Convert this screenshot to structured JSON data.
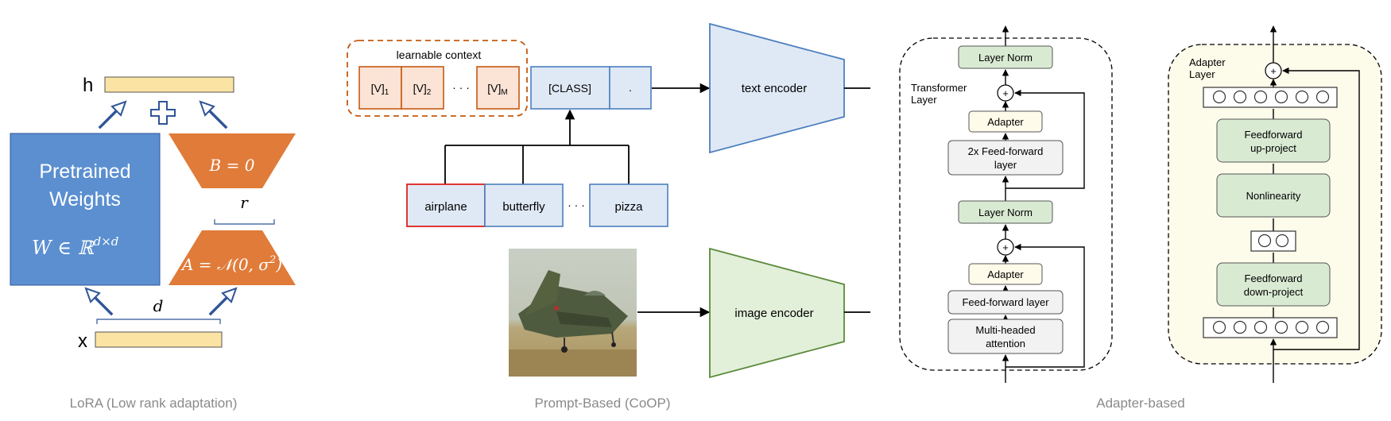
{
  "panels": {
    "lora": {
      "caption": "LoRA (Low rank adaptation)",
      "h_label": "h",
      "x_label": "x",
      "pretrained_line1": "Pretrained",
      "pretrained_line2": "Weights",
      "weight_formula": "W ∈ ℝ",
      "weight_sup": "d×d",
      "b_label": "B = 0",
      "a_label": "A = 𝒩(0, σ",
      "a_sup": "2",
      "a_close": ")",
      "r_label": "r",
      "d_label": "d"
    },
    "coop": {
      "caption": "Prompt-Based (CoOP)",
      "context_title": "learnable context",
      "v1": "[V]",
      "v1_sub": "1",
      "v2": "[V]",
      "v2_sub": "2",
      "ellipsis": "· · ·",
      "vm": "[V]",
      "vm_sub": "M",
      "class_token": "[CLASS]",
      "period_token": ".",
      "classes": [
        "airplane",
        "butterfly",
        "pizza"
      ],
      "class_ellipsis": "· · ·",
      "text_encoder": "text encoder",
      "image_encoder": "image encoder"
    },
    "adapter": {
      "caption": "Adapter-based",
      "transformer_label_1": "Transformer",
      "transformer_label_2": "Layer",
      "layer_norm_top": "Layer Norm",
      "adapter_top": "Adapter",
      "ff2x_line1": "2x Feed-forward",
      "ff2x_line2": "layer",
      "layer_norm_mid": "Layer Norm",
      "adapter_bottom": "Adapter",
      "ff_layer": "Feed-forward layer",
      "mha_line1": "Multi-headed",
      "mha_line2": "attention",
      "plus": "+",
      "adapter_layer_1": "Adapter",
      "adapter_layer_2": "Layer",
      "ff_up_line1": "Feedforward",
      "ff_up_line2": "up-project",
      "nonlinearity": "Nonlinearity",
      "ff_down_line1": "Feedforward",
      "ff_down_line2": "down-project"
    }
  },
  "colors": {
    "lora_blue": "#5b8fd0",
    "lora_orange": "#e07b39",
    "lora_yellow": "#fbe3a3",
    "context_border": "#c55a11",
    "context_fill": "#fbe3d6",
    "token_fill": "#dfe9f5",
    "token_border": "#4d7fbf",
    "airplane_border": "#e02020",
    "image_encoder_fill": "#e2efd9",
    "image_encoder_border": "#5a8a3a",
    "green_box": "#d9ead3",
    "adapter_panel_fill": "#fdfbea"
  }
}
